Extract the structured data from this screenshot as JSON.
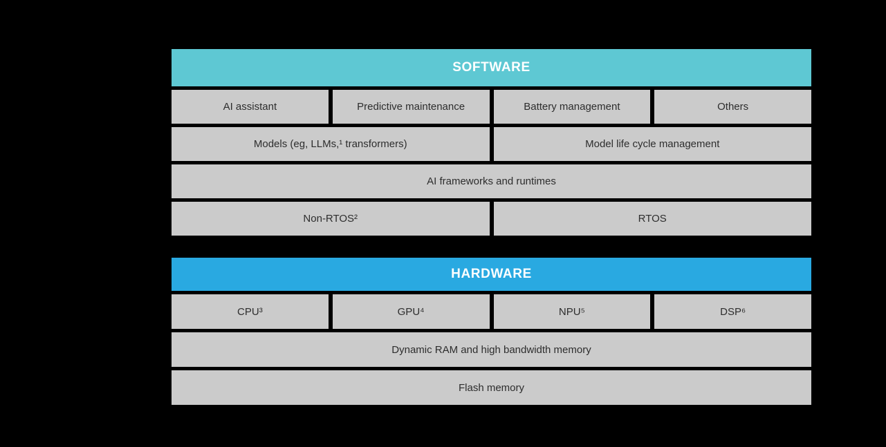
{
  "colors": {
    "background": "#000000",
    "software_header": "#5EC8D3",
    "hardware_header": "#29A9E1",
    "cell_background": "#CBCBCB",
    "cell_text": "#2D2D2D",
    "header_text": "#FFFFFF"
  },
  "software": {
    "title": "SOFTWARE",
    "rows": [
      {
        "cells": [
          "AI assistant",
          "Predictive maintenance",
          "Battery management",
          "Others"
        ]
      },
      {
        "cells": [
          "Models (eg, LLMs,¹ transformers)",
          "Model life cycle management"
        ]
      },
      {
        "cells": [
          "AI frameworks and runtimes"
        ]
      },
      {
        "cells": [
          "Non-RTOS²",
          "RTOS"
        ]
      }
    ]
  },
  "hardware": {
    "title": "HARDWARE",
    "rows": [
      {
        "cells": [
          "CPU³",
          "GPU⁴",
          "NPU⁵",
          "DSP⁶"
        ]
      },
      {
        "cells": [
          "Dynamic RAM and high bandwidth memory"
        ]
      },
      {
        "cells": [
          "Flash memory"
        ]
      }
    ]
  }
}
